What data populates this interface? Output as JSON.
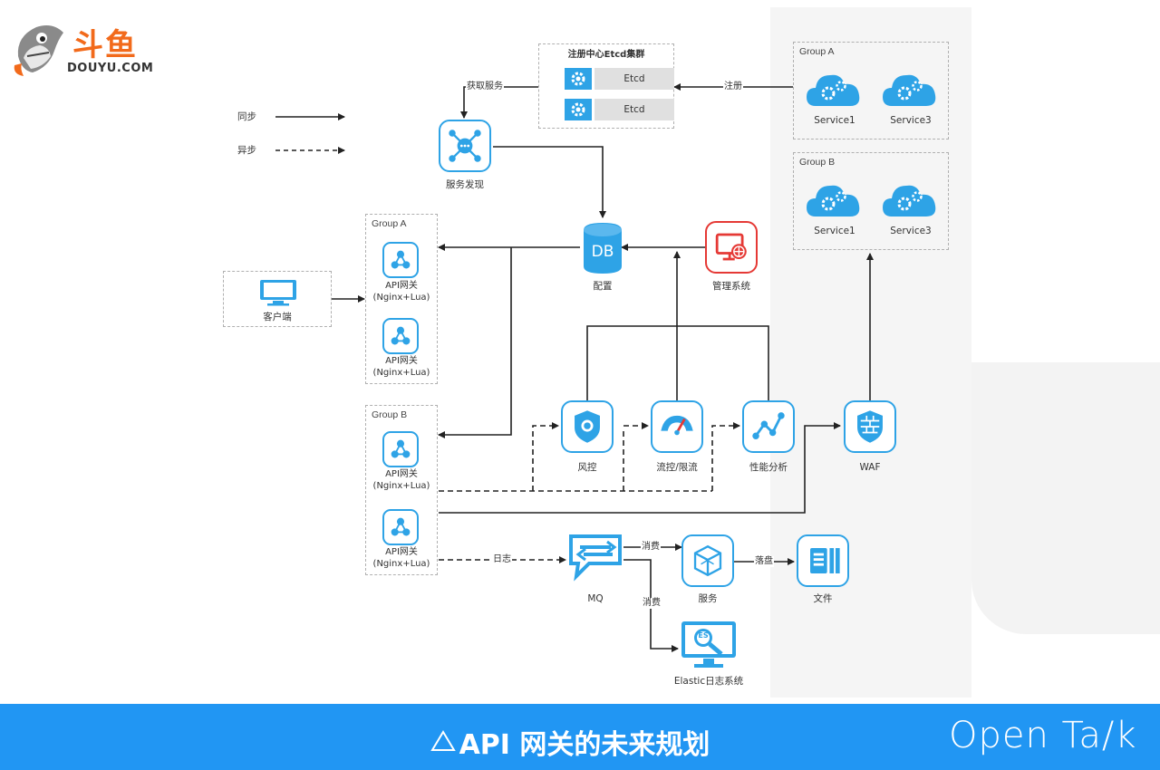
{
  "logo": {
    "cn": "斗鱼",
    "en": "DOUYU.COM"
  },
  "legend": {
    "sync": "同步",
    "async": "异步"
  },
  "etcd": {
    "title": "注册中心Etcd集群",
    "items": [
      "Etcd",
      "Etcd"
    ]
  },
  "groups": {
    "svc_a": {
      "title": "Group A",
      "services": [
        "Service1",
        "Service3"
      ]
    },
    "svc_b": {
      "title": "Group B",
      "services": [
        "Service1",
        "Service3"
      ]
    },
    "gw_a": {
      "title": "Group A"
    },
    "gw_b": {
      "title": "Group B"
    }
  },
  "gateway": {
    "label": "API网关",
    "sub": "(Nginx+Lua)"
  },
  "nodes": {
    "discovery": "服务发现",
    "db_text": "DB",
    "db": "配置",
    "admin": "管理系统",
    "client": "客户端",
    "risk": "风控",
    "ratelimit": "流控/限流",
    "perf": "性能分析",
    "waf": "WAF",
    "mq": "MQ",
    "service": "服务",
    "file": "文件",
    "elastic": "Elastic日志系统",
    "es_badge": "ES"
  },
  "edges": {
    "fetch": "获取服务",
    "register": "注册",
    "log": "日志",
    "consume1": "消费",
    "consume2": "消费",
    "persist": "落盘"
  },
  "footer": {
    "title": "API 网关的未来规划",
    "brand": "Open Ta/k"
  },
  "colors": {
    "accent": "#2ea3e6",
    "admin": "#e53935",
    "footer": "#2196f3",
    "logo": "#f26a1b"
  }
}
